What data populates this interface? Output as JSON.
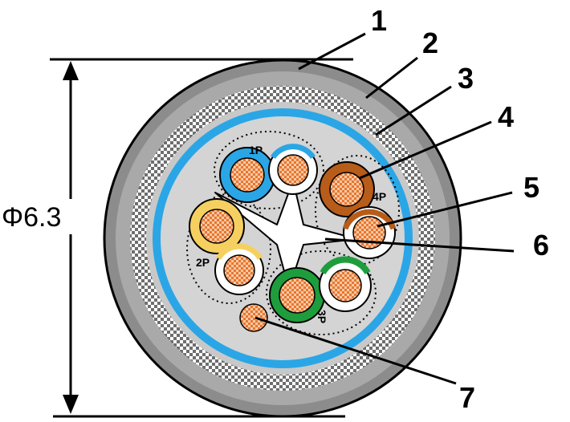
{
  "diagram": {
    "dimension_label": "Φ6.3",
    "callouts": [
      "1",
      "2",
      "3",
      "4",
      "5",
      "6",
      "7"
    ],
    "pairs": [
      "1P",
      "2P",
      "3P",
      "4P"
    ],
    "colors": {
      "outer_jacket": "#8c8c8c",
      "jacket_inner": "#a9a9a9",
      "braid": "#6e6e6e",
      "tape": "#2aa6e6",
      "core_fill": "#d4d4d4",
      "conductor": "#e8762e",
      "pair1_insulation": "#2aa6e6",
      "pair2_insulation": "#f5d060",
      "pair3_insulation": "#1e9d3c",
      "pair4_insulation": "#b85c1a",
      "cross_filler": "#ffffff"
    },
    "icons": [
      "outer-jacket-icon",
      "braid-shield-icon",
      "foil-tape-icon",
      "conductor-icon",
      "cross-filler-icon",
      "drain-wire-icon"
    ]
  }
}
